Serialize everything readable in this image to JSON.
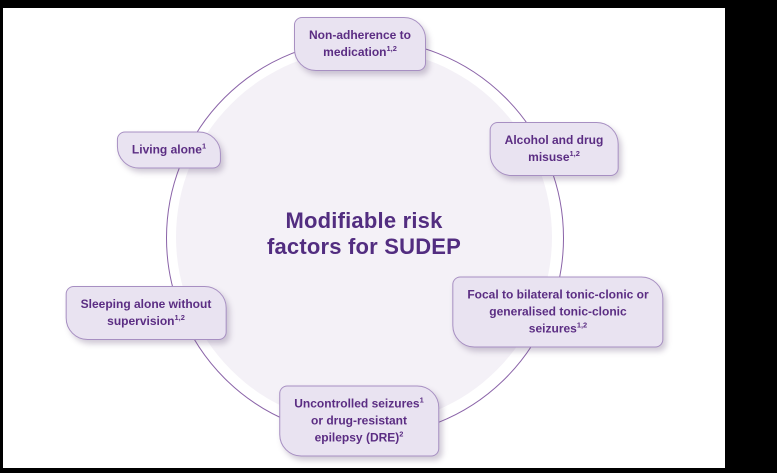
{
  "letterbox": {
    "color": "#000000"
  },
  "diagram": {
    "title_lines": [
      "Modifiable risk",
      "factors for SUDEP"
    ],
    "title": "Modifiable risk factors for SUDEP",
    "colors": {
      "title_text": "#522d80",
      "factor_text": "#5b2d83",
      "box_fill": "#e9e3f1",
      "box_border": "#a78fc2",
      "circle_stroke": "#8a63a8",
      "circle_fill": "#f4f1f7"
    },
    "factors": [
      {
        "id": "non-adherence-to-medication",
        "segments": [
          {
            "t": "Non-adherence to"
          },
          {
            "br": true
          },
          {
            "t": "medication"
          },
          {
            "t": "1,2",
            "sup": true
          }
        ]
      },
      {
        "id": "alcohol-and-drug-misuse",
        "segments": [
          {
            "t": "Alcohol and drug"
          },
          {
            "br": true
          },
          {
            "t": "misuse"
          },
          {
            "t": "1,2",
            "sup": true
          }
        ]
      },
      {
        "id": "tonic-clonic-seizures",
        "segments": [
          {
            "t": "Focal to bilateral tonic-clonic or"
          },
          {
            "br": true
          },
          {
            "t": "generalised tonic-clonic"
          },
          {
            "br": true
          },
          {
            "t": "seizures"
          },
          {
            "t": "1,2",
            "sup": true
          }
        ]
      },
      {
        "id": "uncontrolled-seizures-dre",
        "segments": [
          {
            "t": "Uncontrolled seizures"
          },
          {
            "t": "1",
            "sup": true
          },
          {
            "br": true
          },
          {
            "t": "or drug-resistant"
          },
          {
            "br": true
          },
          {
            "t": "epilepsy (DRE)"
          },
          {
            "t": "2",
            "sup": true
          }
        ]
      },
      {
        "id": "sleeping-alone-without-supervision",
        "segments": [
          {
            "t": "Sleeping alone without"
          },
          {
            "br": true
          },
          {
            "t": "supervision"
          },
          {
            "t": "1,2",
            "sup": true
          }
        ]
      },
      {
        "id": "living-alone",
        "segments": [
          {
            "t": "Living alone"
          },
          {
            "t": "1",
            "sup": true
          }
        ]
      }
    ]
  }
}
